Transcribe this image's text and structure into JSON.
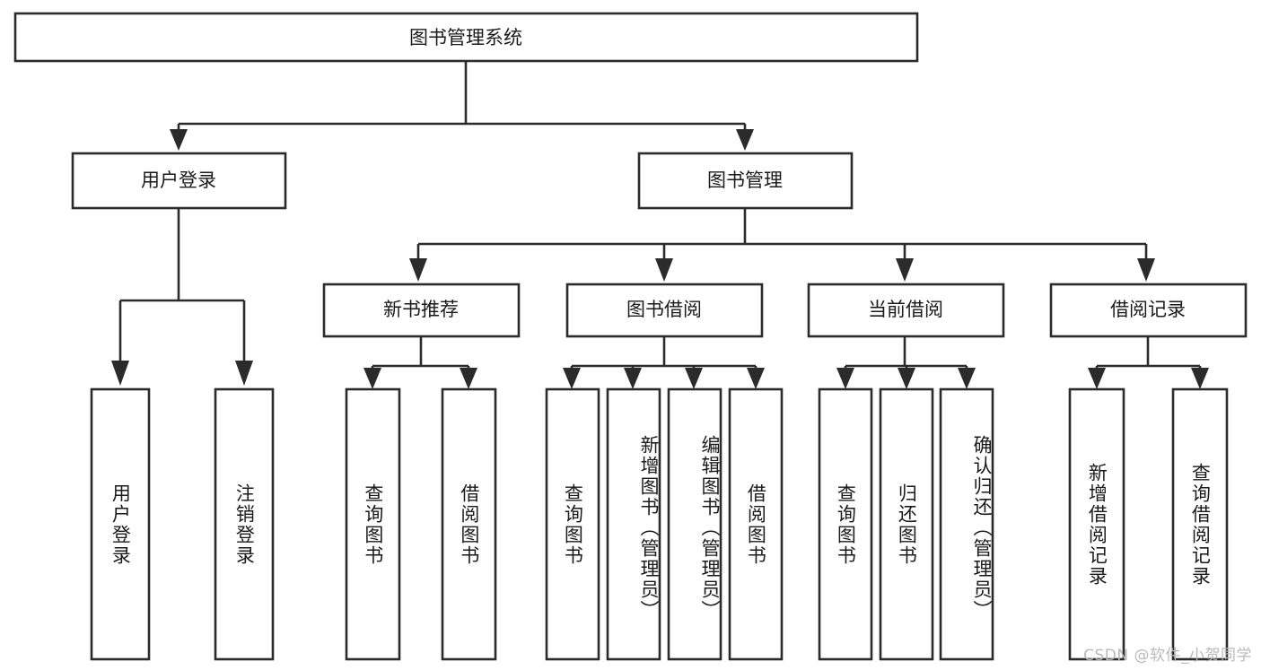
{
  "diagram": {
    "title": "图书管理系统",
    "type": "tree",
    "orientation": "top-down",
    "colors": {
      "box_fill": "#ffffff",
      "box_stroke": "#2b2b2b",
      "text": "#1a1a1a",
      "background": "#ffffff",
      "watermark": "#b9b9b9"
    },
    "root": {
      "label": "图书管理系统",
      "orientation": "horizontal"
    },
    "level2": [
      {
        "label": "用户登录",
        "orientation": "horizontal"
      },
      {
        "label": "图书管理",
        "orientation": "horizontal"
      }
    ],
    "level3": [
      {
        "label": "新书推荐",
        "orientation": "horizontal",
        "parent": "图书管理"
      },
      {
        "label": "图书借阅",
        "orientation": "horizontal",
        "parent": "图书管理"
      },
      {
        "label": "当前借阅",
        "orientation": "horizontal",
        "parent": "图书管理"
      },
      {
        "label": "借阅记录",
        "orientation": "horizontal",
        "parent": "图书管理"
      }
    ],
    "leaves": {
      "用户登录": [
        {
          "label": "用户登录",
          "orientation": "vertical"
        },
        {
          "label": "注销登录",
          "orientation": "vertical"
        }
      ],
      "新书推荐": [
        {
          "label": "查询图书",
          "orientation": "vertical"
        },
        {
          "label": "借阅图书",
          "orientation": "vertical"
        }
      ],
      "图书借阅": [
        {
          "label": "查询图书",
          "orientation": "vertical"
        },
        {
          "label": "新增图书（管理员）",
          "orientation": "vertical"
        },
        {
          "label": "编辑图书（管理员）",
          "orientation": "vertical"
        },
        {
          "label": "借阅图书",
          "orientation": "vertical"
        }
      ],
      "当前借阅": [
        {
          "label": "查询图书",
          "orientation": "vertical"
        },
        {
          "label": "归还图书",
          "orientation": "vertical"
        },
        {
          "label": "确认归还（管理员）",
          "orientation": "vertical"
        }
      ],
      "借阅记录": [
        {
          "label": "新增借阅记录",
          "orientation": "vertical"
        },
        {
          "label": "查询借阅记录",
          "orientation": "vertical"
        }
      ]
    }
  },
  "watermark": {
    "text": "CSDN @软件_小贺同学"
  }
}
